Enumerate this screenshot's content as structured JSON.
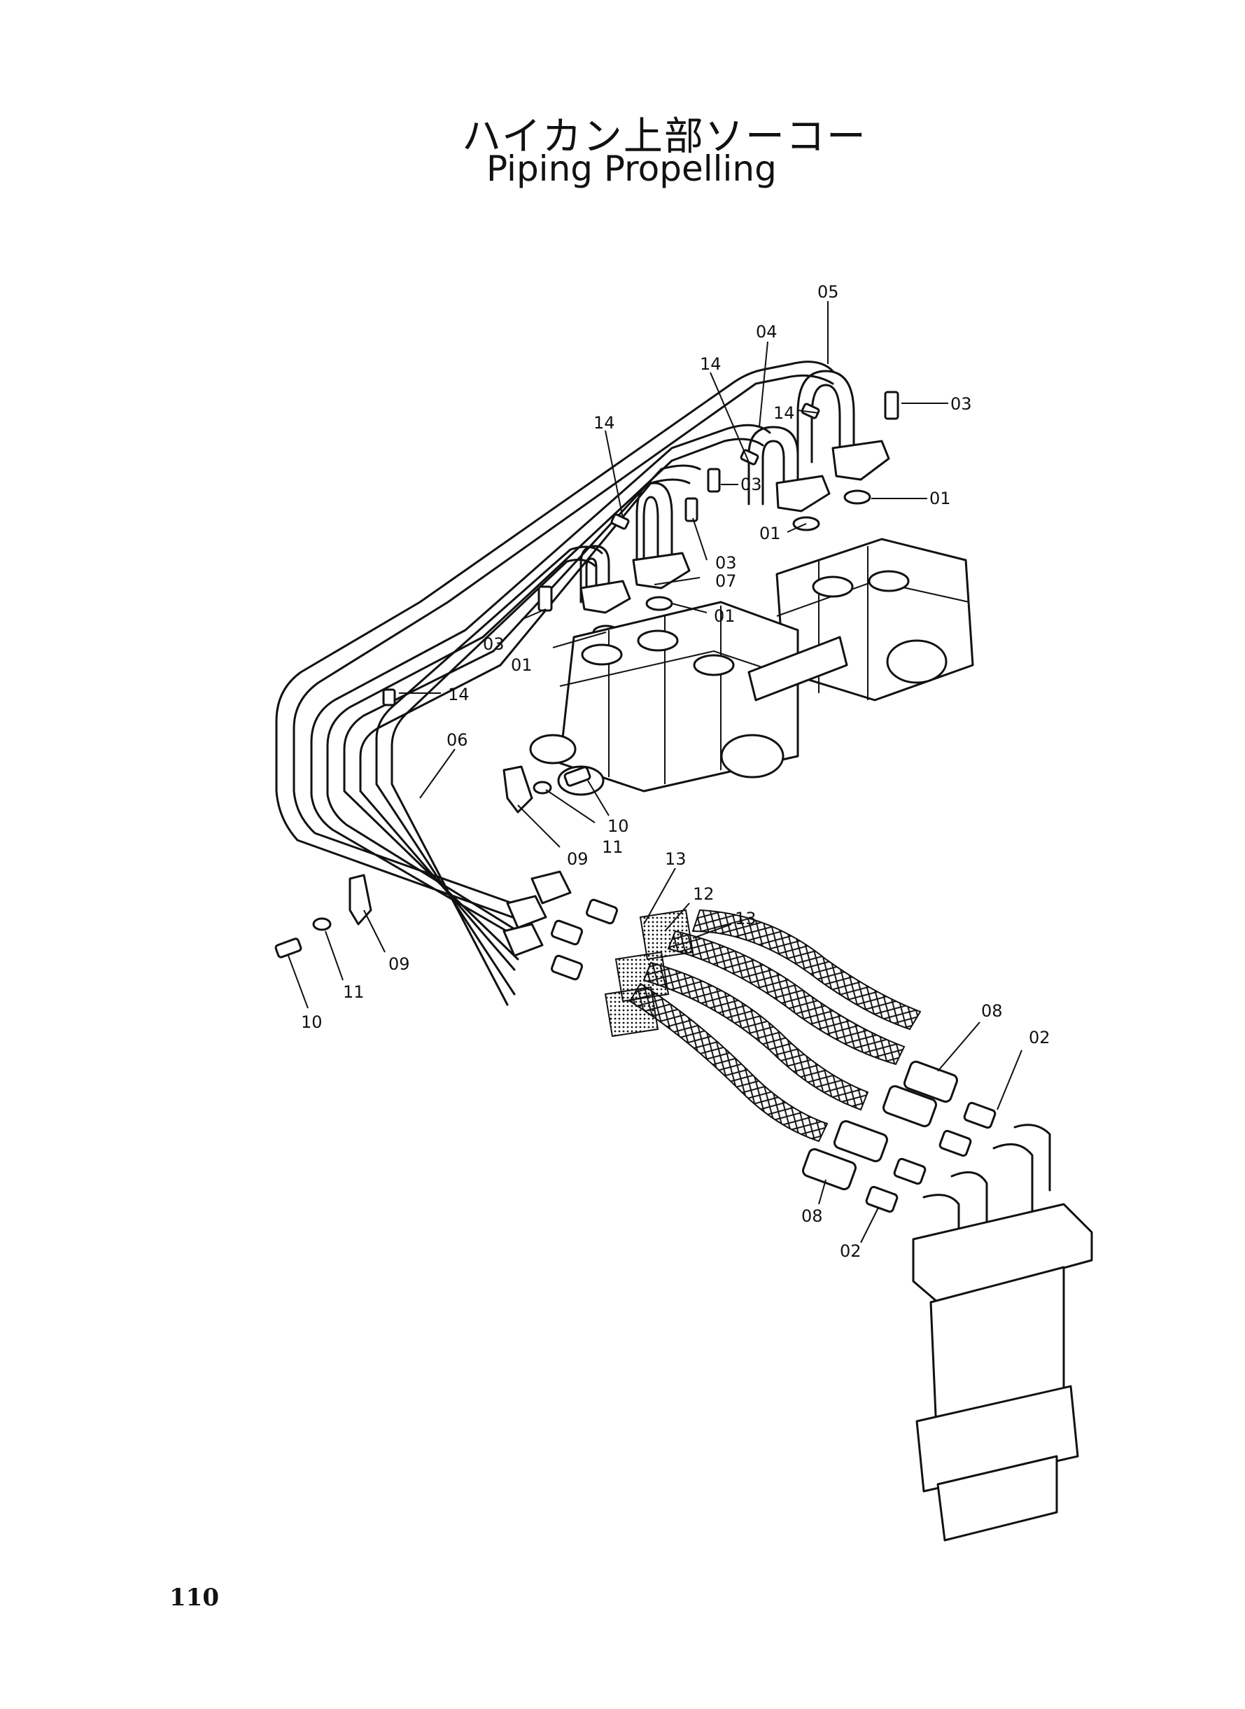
{
  "title": {
    "japanese": "ハイカン上部ソーコー",
    "english": "Piping Propelling"
  },
  "page_number": "110",
  "callouts": {
    "c05": "05",
    "c04": "04",
    "c14a": "14",
    "c14b": "14",
    "c14c": "14",
    "c14d": "14",
    "c03a": "03",
    "c03b": "03",
    "c03c": "03",
    "c03d": "03",
    "c01a": "01",
    "c01b": "01",
    "c01c": "01",
    "c01d": "01",
    "c07": "07",
    "c06": "06",
    "c10a": "10",
    "c11a": "11",
    "c09a": "09",
    "c13a": "13",
    "c12": "12",
    "c13b": "13",
    "c09b": "09",
    "c11b": "11",
    "c10b": "10",
    "c08a": "08",
    "c02a": "02",
    "c08b": "08",
    "c02b": "02"
  }
}
